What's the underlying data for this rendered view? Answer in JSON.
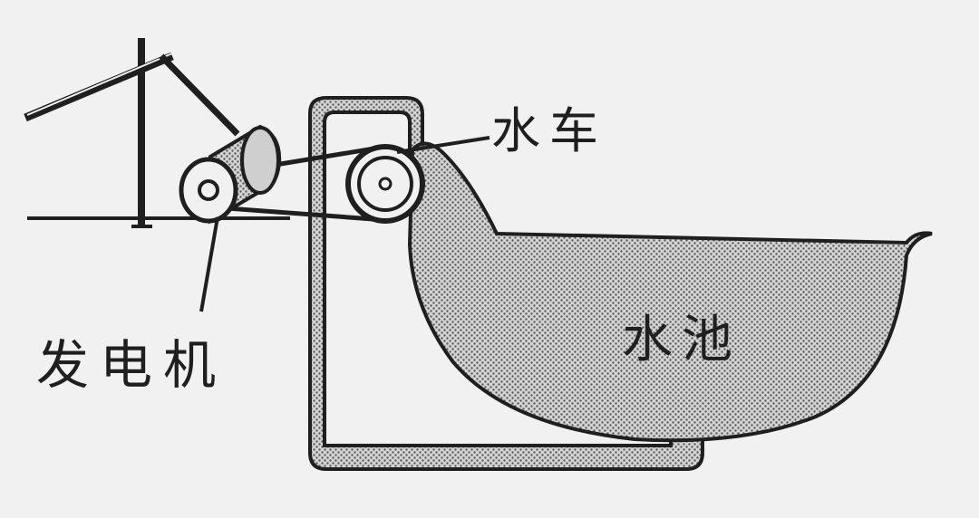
{
  "labels": {
    "waterwheel": "水车",
    "generator": "发电机",
    "pool": "水池"
  },
  "colors": {
    "background": "#f1f1f1",
    "line": "#1f1f1f",
    "water_fill": "#9a9a9a"
  }
}
